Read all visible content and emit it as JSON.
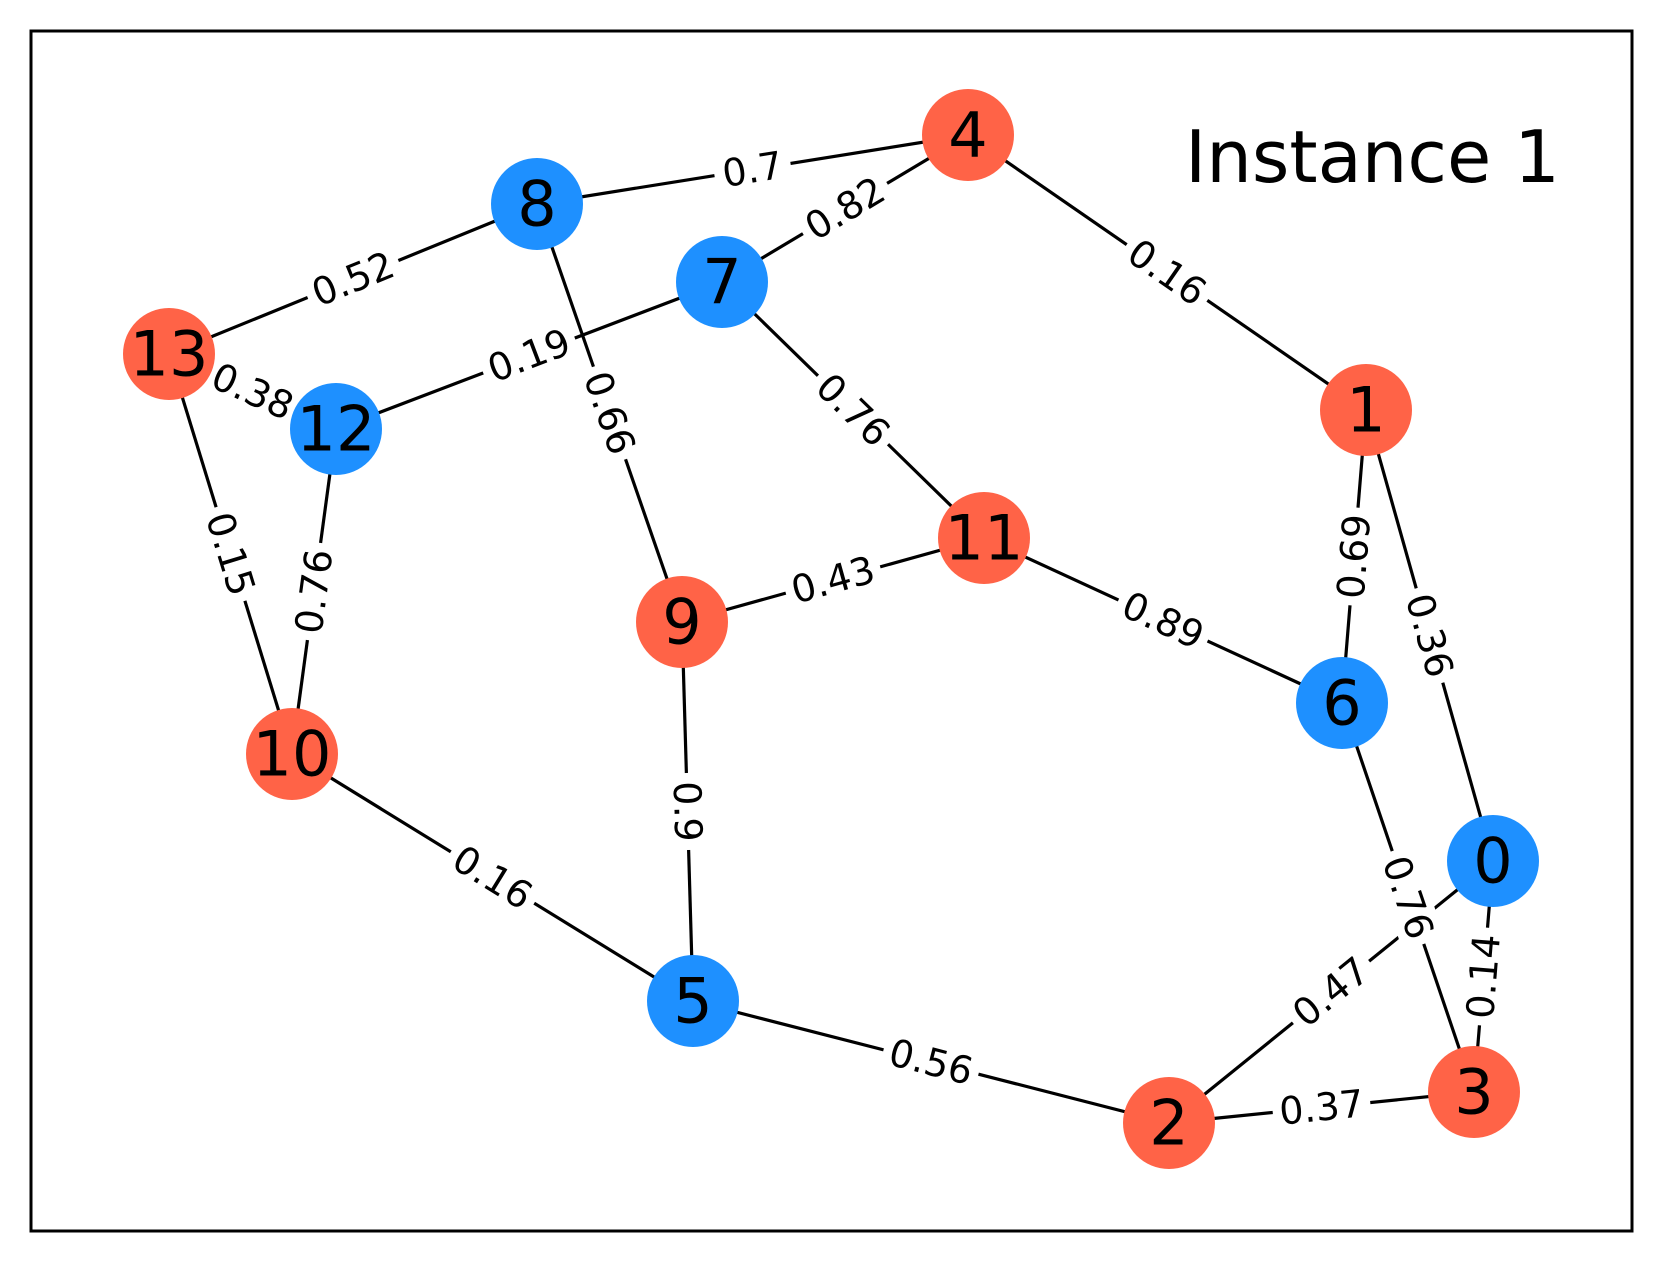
{
  "title": "Instance 1",
  "colors": {
    "red": "#FF6347",
    "blue": "#1E90FF"
  },
  "nodes": [
    {
      "id": "0",
      "color": "blue"
    },
    {
      "id": "1",
      "color": "red"
    },
    {
      "id": "2",
      "color": "red"
    },
    {
      "id": "3",
      "color": "red"
    },
    {
      "id": "4",
      "color": "red"
    },
    {
      "id": "5",
      "color": "blue"
    },
    {
      "id": "6",
      "color": "blue"
    },
    {
      "id": "7",
      "color": "blue"
    },
    {
      "id": "8",
      "color": "blue"
    },
    {
      "id": "9",
      "color": "red"
    },
    {
      "id": "10",
      "color": "red"
    },
    {
      "id": "11",
      "color": "red"
    },
    {
      "id": "12",
      "color": "blue"
    },
    {
      "id": "13",
      "color": "red"
    }
  ],
  "edges": [
    {
      "source": "8",
      "target": "4",
      "weight": "0.7"
    },
    {
      "source": "7",
      "target": "4",
      "weight": "0.82"
    },
    {
      "source": "4",
      "target": "1",
      "weight": "0.16"
    },
    {
      "source": "13",
      "target": "8",
      "weight": "0.52"
    },
    {
      "source": "8",
      "target": "9",
      "weight": "0.66"
    },
    {
      "source": "12",
      "target": "7",
      "weight": "0.19"
    },
    {
      "source": "7",
      "target": "11",
      "weight": "0.76"
    },
    {
      "source": "13",
      "target": "12",
      "weight": "0.38"
    },
    {
      "source": "13",
      "target": "10",
      "weight": "0.15"
    },
    {
      "source": "12",
      "target": "10",
      "weight": "0.76"
    },
    {
      "source": "9",
      "target": "11",
      "weight": "0.43"
    },
    {
      "source": "11",
      "target": "6",
      "weight": "0.89"
    },
    {
      "source": "1",
      "target": "6",
      "weight": "0.69"
    },
    {
      "source": "1",
      "target": "0",
      "weight": "0.36"
    },
    {
      "source": "9",
      "target": "5",
      "weight": "0.9"
    },
    {
      "source": "10",
      "target": "5",
      "weight": "0.16"
    },
    {
      "source": "6",
      "target": "3",
      "weight": "0.76"
    },
    {
      "source": "0",
      "target": "2",
      "weight": "0.47"
    },
    {
      "source": "0",
      "target": "3",
      "weight": "0.14"
    },
    {
      "source": "5",
      "target": "2",
      "weight": "0.56"
    },
    {
      "source": "2",
      "target": "3",
      "weight": "0.37"
    }
  ]
}
